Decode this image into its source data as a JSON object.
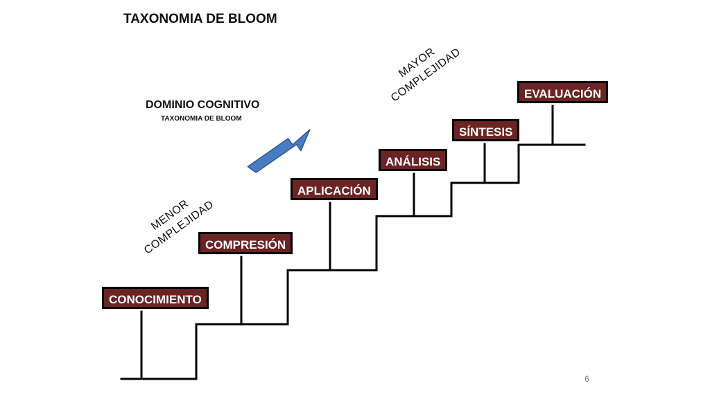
{
  "title": "TAXONOMIA DE BLOOM",
  "domain": {
    "title": "DOMINIO COGNITIVO",
    "subtitle": "TAXONOMIA DE BLOOM"
  },
  "complexity": {
    "high_line1": "MAYOR",
    "high_line2": "COMPLEJIDAD",
    "low_line1": "MENOR",
    "low_line2": "COMPLEJIDAD"
  },
  "levels": [
    {
      "label": "CONOCIMIENTO"
    },
    {
      "label": "COMPRESIÓN"
    },
    {
      "label": "APLICACIÓN"
    },
    {
      "label": "ANÁLISIS"
    },
    {
      "label": "SÍNTESIS"
    },
    {
      "label": "EVALUACIÓN"
    }
  ],
  "colors": {
    "label_fill": "#6b2424",
    "arrow_fill": "#4a7cc2",
    "arrow_stroke": "#2f5a93",
    "stairs": "#000000"
  },
  "icons": {
    "arrow": "up-right-arrow-icon"
  },
  "page_number": "6"
}
